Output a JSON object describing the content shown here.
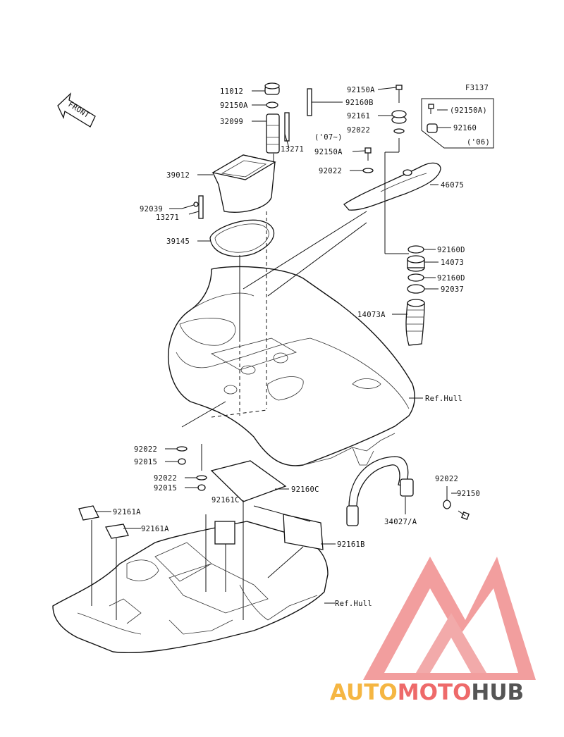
{
  "figure_code": "F3137",
  "front_label": "FRONT",
  "labels": {
    "l11012": "11012",
    "l92150A_a": "92150A",
    "l32099": "32099",
    "l13271_a": "13271",
    "l39012": "39012",
    "l92039": "92039",
    "l13271_b": "13271",
    "l39145": "39145",
    "l92150A_top": "92150A",
    "l92160B": "92160B",
    "l92161": "92161",
    "l07": "('07~)",
    "l92022_a": "92022",
    "l92150A_b": "92150A",
    "l92022_b": "92022",
    "l46075": "46075",
    "l92150A_box": "(92150A)",
    "l92160": "92160",
    "l06": "('06)",
    "l92160D_a": "92160D",
    "l14073": "14073",
    "l92160D_b": "92160D",
    "l92037": "92037",
    "l14073A": "14073A",
    "lRefHull_a": "Ref.Hull",
    "l92022_c": "92022",
    "l92015_a": "92015",
    "l92022_d": "92022",
    "l92015_b": "92015",
    "l92160C": "92160C",
    "l92161C": "92161C",
    "l92161A_a": "92161A",
    "l92161A_b": "92161A",
    "l92161B": "92161B",
    "lRefHull_b": "Ref.Hull",
    "l92022_e": "92022",
    "l92150": "92150",
    "l34027": "34027/A"
  },
  "watermark": {
    "part1": "AUTO",
    "part2": "MOTO",
    "part3": "HUB",
    "color_orange": "#f5b642",
    "color_red": "#ee6a6a",
    "color_gray": "#555555"
  }
}
